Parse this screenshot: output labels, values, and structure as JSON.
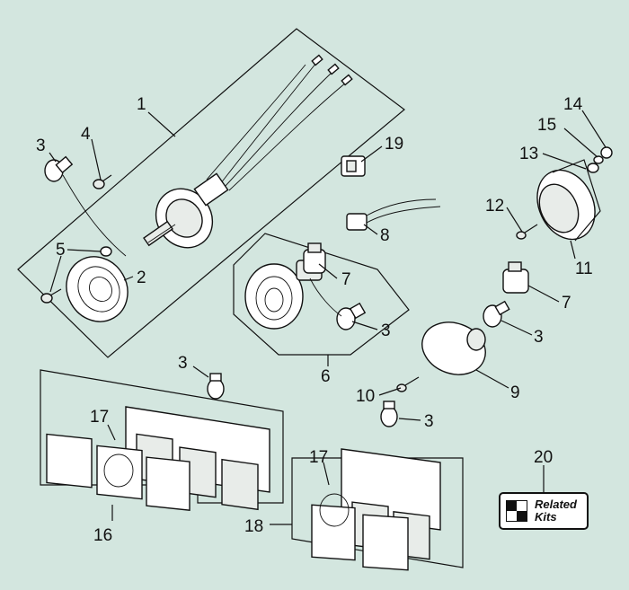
{
  "callouts": {
    "c1": "1",
    "c2": "2",
    "c3a": "3",
    "c3b": "3",
    "c3c": "3",
    "c3d": "3",
    "c3e": "3",
    "c4": "4",
    "c5": "5",
    "c6": "6",
    "c7a": "7",
    "c7b": "7",
    "c8": "8",
    "c9": "9",
    "c10": "10",
    "c11": "11",
    "c12": "12",
    "c13": "13",
    "c14": "14",
    "c15": "15",
    "c16": "16",
    "c17a": "17",
    "c17b": "17",
    "c18": "18",
    "c19": "19",
    "c20": "20"
  },
  "related_kits": {
    "line1": "Related",
    "line2": "Kits"
  }
}
